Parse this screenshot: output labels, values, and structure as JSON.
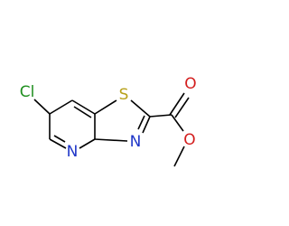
{
  "colors": {
    "background": "#ffffff",
    "bond": "#000000",
    "chlorine": "#1f8f1f",
    "sulfur": "#b8a11a",
    "nitrogen": "#1f36c8",
    "oxygen": "#d31e1e"
  },
  "atoms": {
    "chlorine": "Cl",
    "sulfur": "S",
    "ring_nitrogen_pyridine": "N",
    "ring_nitrogen_thiazole": "N",
    "carbonyl_oxygen": "O",
    "ester_oxygen": "O"
  }
}
